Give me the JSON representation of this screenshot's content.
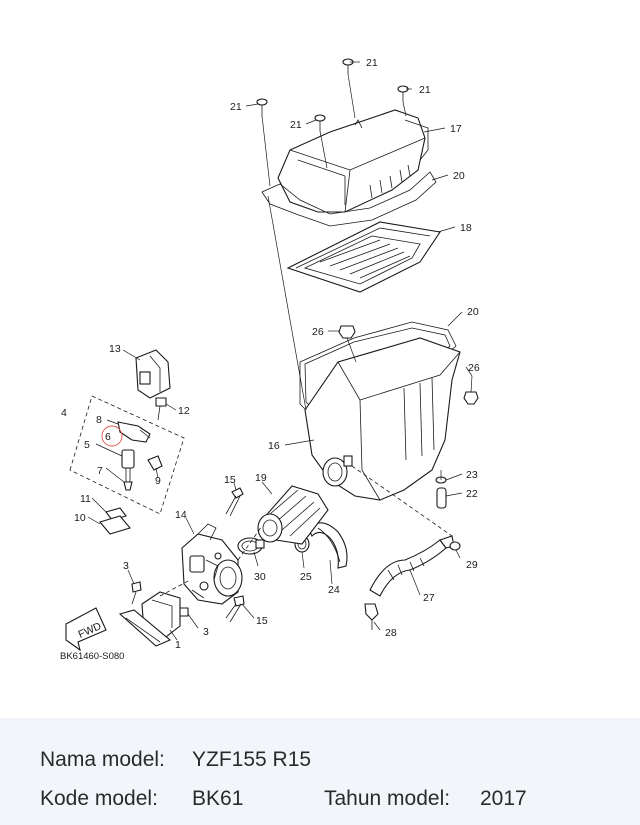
{
  "diagram": {
    "drawing_code": "BK61460-S080",
    "fwd_label": "FWD",
    "callouts": [
      "21",
      "21",
      "21",
      "21",
      "17",
      "20",
      "18",
      "20",
      "26",
      "26",
      "16",
      "23",
      "22",
      "29",
      "27",
      "28",
      "24",
      "25",
      "19",
      "30",
      "15",
      "15",
      "14",
      "3",
      "3",
      "1",
      "13",
      "12",
      "4",
      "8",
      "6",
      "5",
      "7",
      "9",
      "11",
      "10"
    ]
  },
  "model_info": {
    "name_label": "Nama model:",
    "name_value": "YZF155 R15",
    "code_label": "Kode model:",
    "code_value": "BK61",
    "year_label": "Tahun model:",
    "year_value": "2017"
  },
  "colors": {
    "panel_bg": "#f2f6fb",
    "highlight_circle": "#d9534f"
  }
}
